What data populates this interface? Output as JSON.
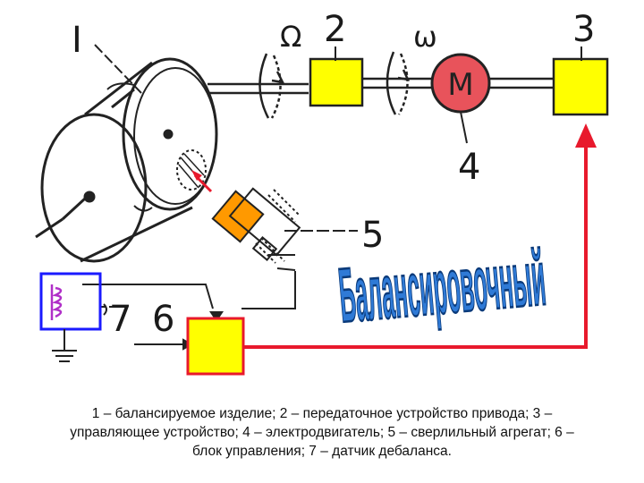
{
  "labels": {
    "n1": "I",
    "n2": "2",
    "n3": "3",
    "n4": "4",
    "n5": "5",
    "n6": "6",
    "n7": "7",
    "omega_big": "Ω",
    "omega_small": "ω",
    "motor": "M"
  },
  "banner": "Балансировочный",
  "caption": {
    "line1": "1 – балансируемое изделие; 2 – передаточное устройство привода; 3 –",
    "line2": "управляющее устройство; 4 – электродвигатель; 5 – сверлильный агрегат; 6 –",
    "line3": "блок управления; 7 – датчик дебаланса."
  },
  "colors": {
    "block_fill": "#ffff00",
    "motor_fill": "#e8535b",
    "signal_red": "#e8192c",
    "sensor_blue": "#1a1aff",
    "coil_purple": "#b02fc8",
    "drill_orange": "#ff9900",
    "banner_blue": "#2f7ad6"
  }
}
